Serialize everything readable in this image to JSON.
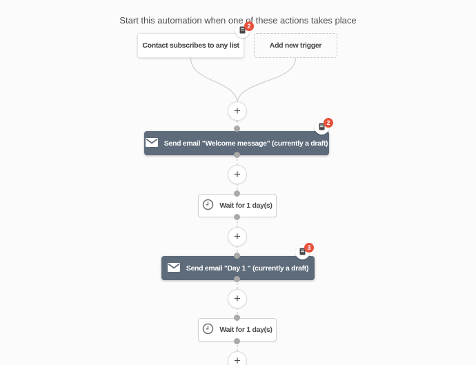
{
  "page": {
    "title": "Start this automation when one of these actions takes place"
  },
  "triggers": {
    "existing": {
      "label": "Contact subscribes to any list",
      "comment_count": "2"
    },
    "add_new": {
      "label": "Add new trigger"
    }
  },
  "steps": [
    {
      "type": "email",
      "label": "Send email \"Welcome message\" (currently a draft)",
      "comment_count": "2"
    },
    {
      "type": "wait",
      "label": "Wait for 1 day(s)"
    },
    {
      "type": "email",
      "label": "Send email \"Day 1 \" (currently a draft)",
      "comment_count": "3"
    },
    {
      "type": "wait",
      "label": "Wait for 1 day(s)"
    }
  ],
  "ui": {
    "plus_label": "+",
    "colors": {
      "email_step_bg": "#5d6b7a",
      "badge_red": "#e8503a",
      "connector": "#cccccc",
      "dot": "#a9a9a9",
      "background": "#fbfbfb"
    }
  }
}
